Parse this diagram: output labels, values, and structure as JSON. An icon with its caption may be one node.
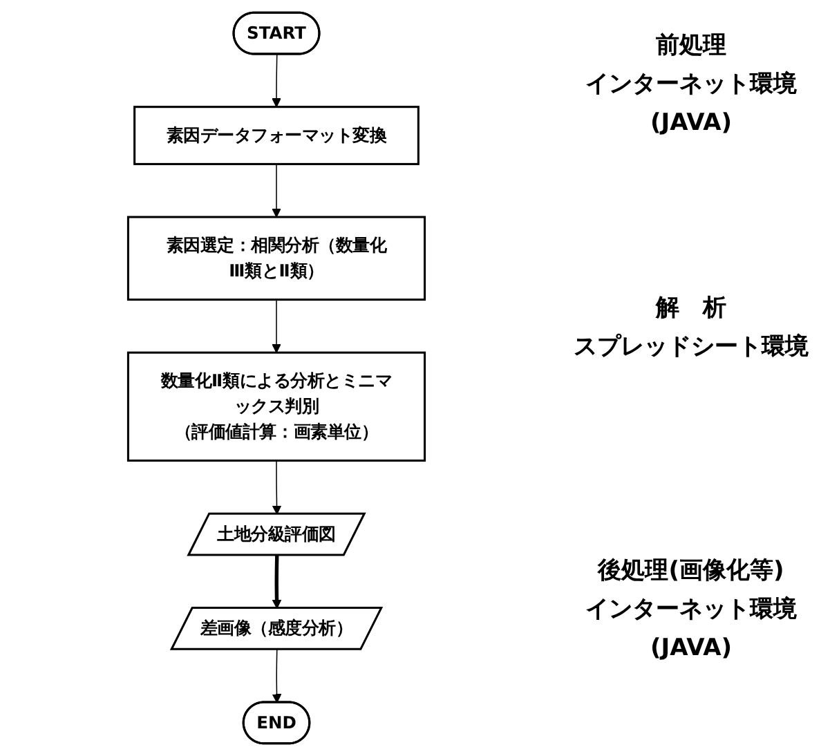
{
  "diagram": {
    "nodes": [
      {
        "text": [
          "START"
        ]
      },
      {
        "text": [
          "素因データフォーマット変換"
        ]
      },
      {
        "text": [
          "素因選定：相関分析（数量化Ⅲ類とⅡ類）"
        ]
      },
      {
        "text": [
          "数量化Ⅱ類による分析とミニマックス判別",
          "（評価値計算：画素単位）"
        ]
      },
      {
        "text": [
          "土地分級評価図"
        ]
      },
      {
        "text": [
          "差画像（感度分析）"
        ]
      },
      {
        "text": [
          "END"
        ]
      }
    ],
    "edges": [
      {
        "from": 0,
        "to": 1,
        "arrow": "to"
      },
      {
        "from": 1,
        "to": 2,
        "arrow": "to"
      },
      {
        "from": 2,
        "to": 3,
        "arrow": "to"
      },
      {
        "from": 3,
        "to": 4,
        "arrow": "to"
      },
      {
        "from": 4,
        "to": 5,
        "arrow": "to",
        "style": "thick"
      },
      {
        "from": 5,
        "to": 6,
        "arrow": "to"
      }
    ],
    "labels": [
      "前処理",
      "インターネット環境",
      "(JAVA)",
      "解　析",
      "スプレッドシート環境",
      "後処理(画像化等)",
      "インターネット環境",
      "(JAVA)"
    ]
  }
}
